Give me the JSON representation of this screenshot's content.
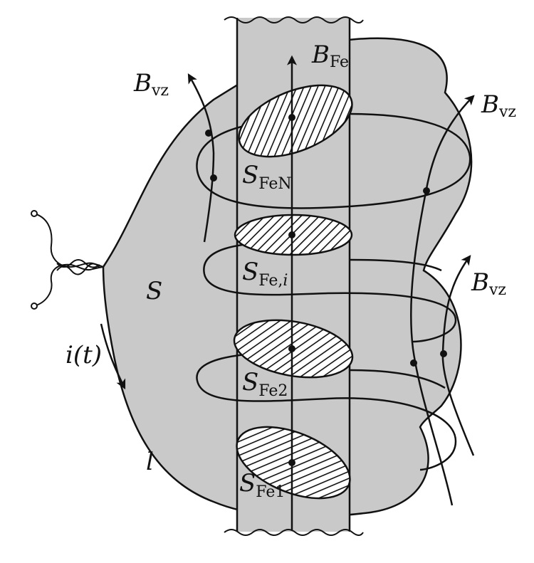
{
  "labels": {
    "b_fe_main": "B",
    "b_fe_sub": "Fe",
    "b_vz_main": "B",
    "b_vz_sub": "vz",
    "s_feN_main": "S",
    "s_feN_sub": "FeN",
    "s_fei_main": "S",
    "s_fei_sub": "Fe,",
    "s_fei_idx": "i",
    "s_fe2_main": "S",
    "s_fe2_sub": "Fe2",
    "s_fe1_main": "S",
    "s_fe1_sub": "Fe1",
    "surface": "S",
    "current": "i(t)",
    "length": "l"
  },
  "colors": {
    "surface_fill": "#c9c9c9",
    "core_fill": "#c9c9c9",
    "line": "#111111",
    "background": "#ffffff"
  }
}
